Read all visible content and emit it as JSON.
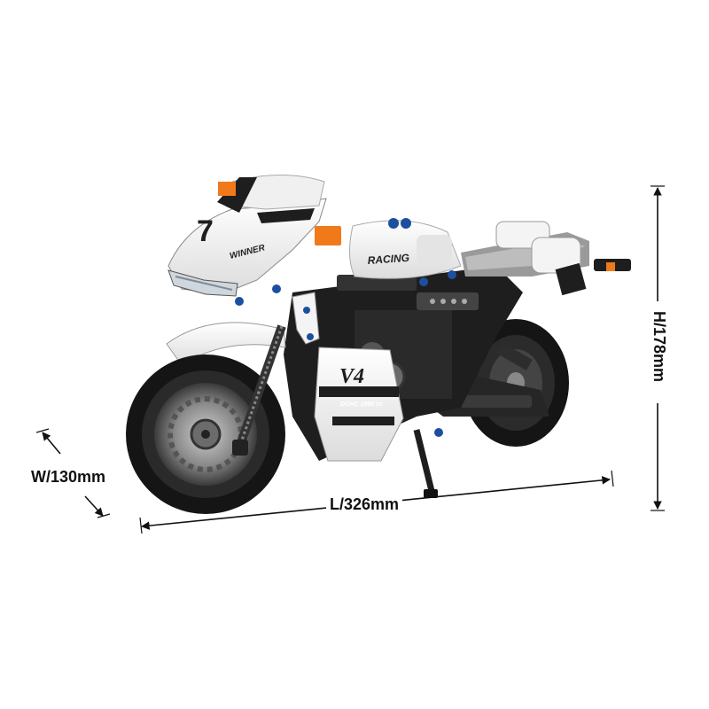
{
  "dimensions": {
    "length_label": "L/326mm",
    "width_label": "W/130mm",
    "height_label": "H/178mm"
  },
  "decals": {
    "race_number": "7",
    "fairing_text": "WINNER",
    "tank_text": "RACING",
    "engine_badge": "V4",
    "engine_spec": "DOHC 1000 cc"
  },
  "colors": {
    "body_white": "#f4f4f4",
    "frame_black": "#1e1e1e",
    "tire_black": "#151515",
    "accent_orange": "#f07a1a",
    "connector_blue": "#1c4fa0",
    "background": "#ffffff"
  }
}
